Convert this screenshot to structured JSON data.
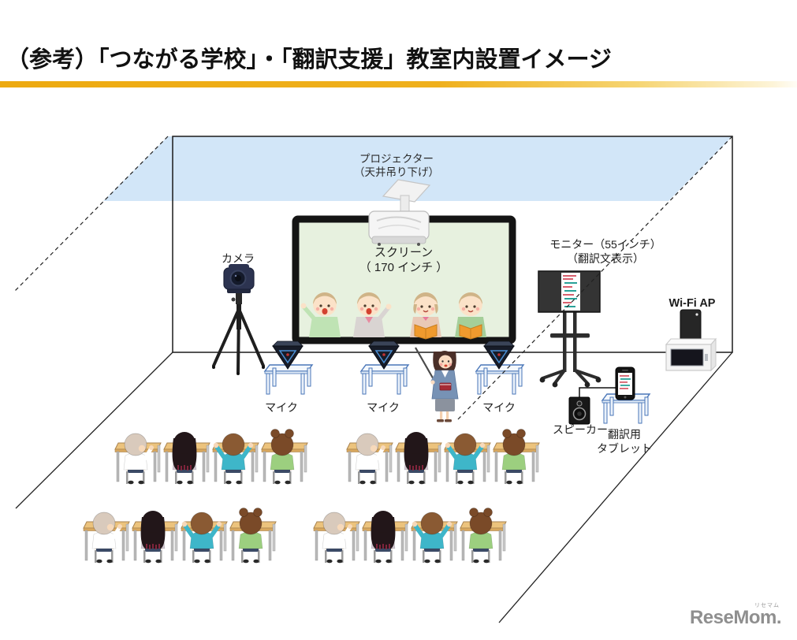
{
  "title": "（参考）「つながる学校」・「翻訳支援」教室内設置イメージ",
  "colors": {
    "title_underline_gold": "#edaa10",
    "ceiling_blue": "#d2e6f8",
    "screen_green": "#e7f1df",
    "desk_blue_outline": "#4a76b8",
    "wood_desk_tan": "#ecc37d",
    "logo_gray": "#8f8f8f"
  },
  "room": {
    "projector": {
      "label_line1": "プロジェクター",
      "label_line2": "（天井吊り下げ）"
    },
    "screen": {
      "label_line1": "スクリーン",
      "label_line2": "（ 170 インチ ）"
    },
    "camera": {
      "label": "カメラ"
    },
    "monitor": {
      "label_line1": "モニター（55インチ）",
      "label_line2": "（翻訳文表示）"
    },
    "wifi_ap": {
      "label": "Wi-Fi AP"
    },
    "microphones": {
      "labels": [
        "マイク",
        "マイク",
        "マイク"
      ]
    },
    "speaker": {
      "label": "スピーカー"
    },
    "translation_tablet": {
      "label_line1": "翻訳用",
      "label_line2": "タブレット"
    },
    "students": {
      "count": 16,
      "rows": 2,
      "groups": 4,
      "per_group": 4
    },
    "teacher": {
      "count": 1
    }
  },
  "logo": {
    "text": "ReseMom.",
    "ruby": "リセマム"
  }
}
